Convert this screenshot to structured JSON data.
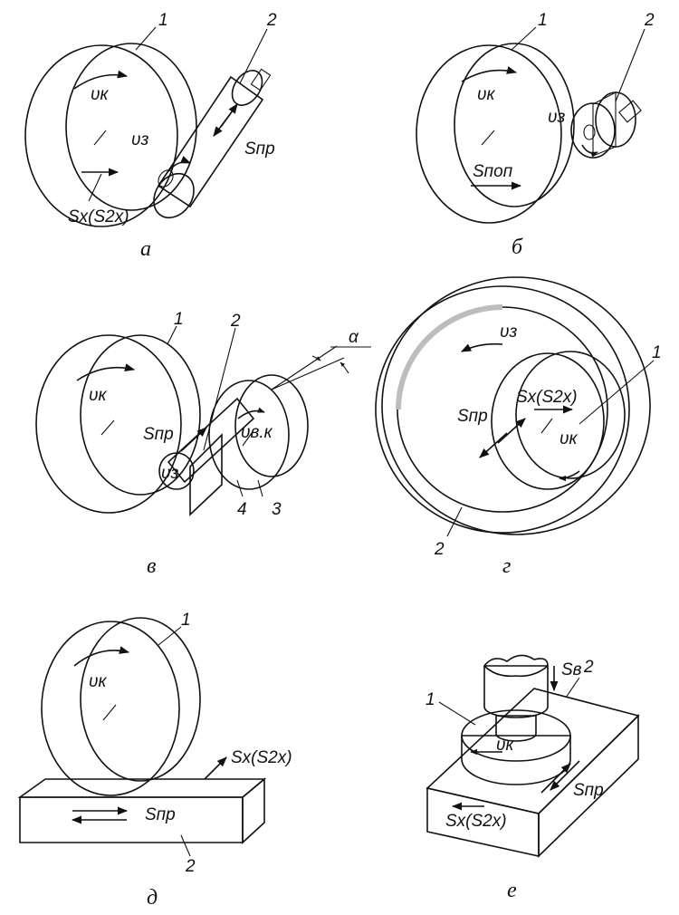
{
  "figure": {
    "panels": [
      {
        "caption": "а",
        "labels": {
          "wheel": "1",
          "workpiece": "2",
          "v_wheel": "υк",
          "v_work": "υз",
          "s_long": "Sпр",
          "s_cross": "Sх(S2х)"
        }
      },
      {
        "caption": "б",
        "labels": {
          "wheel": "1",
          "workpiece": "2",
          "v_wheel": "υк",
          "v_work": "υз",
          "s_transverse": "Sпоп"
        }
      },
      {
        "caption": "в",
        "labels": {
          "wheel": "1",
          "workpiece": "2",
          "regulating_wheel": "3",
          "support": "4",
          "v_wheel": "υк",
          "v_work": "υз",
          "v_reg": "υв.к",
          "s_long": "Sпр",
          "angle": "α"
        }
      },
      {
        "caption": "г",
        "labels": {
          "wheel": "1",
          "workpiece": "2",
          "v_work": "υз",
          "v_wheel": "υк",
          "s_cross": "Sх(S2х)",
          "s_long": "Sпр"
        }
      },
      {
        "caption": "д",
        "labels": {
          "wheel": "1",
          "workpiece": "2",
          "v_wheel": "υк",
          "s_cross": "Sх(S2х)",
          "s_long": "Sпр"
        }
      },
      {
        "caption": "е",
        "labels": {
          "wheel": "1",
          "workpiece": "2",
          "v_wheel": "υк",
          "s_vert": "Sв",
          "s_long": "Sпр",
          "s_cross": "Sх(S2х)"
        }
      }
    ]
  }
}
